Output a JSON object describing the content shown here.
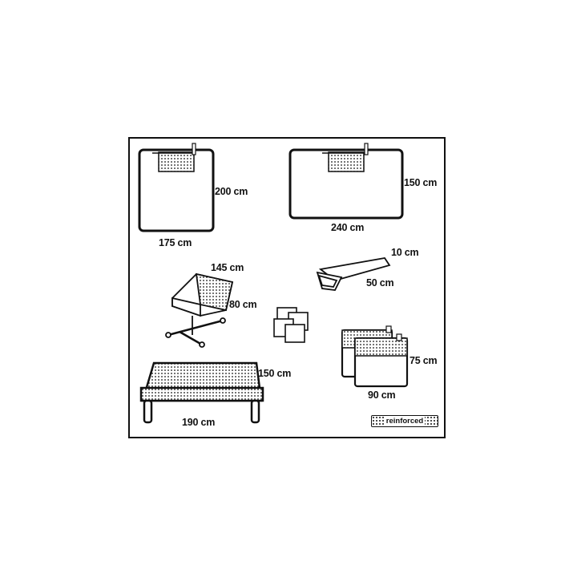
{
  "items": [
    {
      "id": "drape-large",
      "width_label": "175 cm",
      "height_label": "200 cm"
    },
    {
      "id": "drape-wide",
      "width_label": "240 cm",
      "height_label": "150 cm"
    },
    {
      "id": "mayo-cover",
      "width_label": "145 cm",
      "height_label": "80 cm"
    },
    {
      "id": "adhesive-tape",
      "width_label": "50 cm",
      "height_label": "10 cm"
    },
    {
      "id": "table-cover",
      "width_label": "190 cm",
      "height_label": "150 cm"
    },
    {
      "id": "side-drapes",
      "width_label": "90 cm",
      "height_label": "75 cm"
    }
  ],
  "legend": {
    "reinforced_label": "reinforced"
  }
}
